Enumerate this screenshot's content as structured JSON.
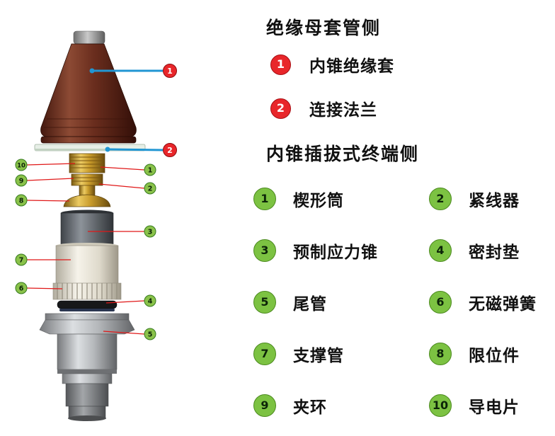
{
  "diagram": {
    "red_callouts": [
      "1",
      "2"
    ],
    "left_callouts": [
      "10",
      "9",
      "8",
      "7",
      "6"
    ],
    "right_callouts": [
      "1",
      "2",
      "3",
      "4",
      "5"
    ]
  },
  "legend": {
    "bushing_side": {
      "title": "绝缘母套管侧",
      "items": [
        {
          "num": "1",
          "label": "内锥绝缘套"
        },
        {
          "num": "2",
          "label": "连接法兰"
        }
      ]
    },
    "terminal_side": {
      "title": "内锥插拔式终端侧",
      "items": [
        {
          "num": "1",
          "label": "楔形筒"
        },
        {
          "num": "2",
          "label": "紧线器"
        },
        {
          "num": "3",
          "label": "预制应力锥"
        },
        {
          "num": "4",
          "label": "密封垫"
        },
        {
          "num": "5",
          "label": "尾管"
        },
        {
          "num": "6",
          "label": "无磁弹簧"
        },
        {
          "num": "7",
          "label": "支撑管"
        },
        {
          "num": "8",
          "label": "限位件"
        },
        {
          "num": "9",
          "label": "夹环"
        },
        {
          "num": "10",
          "label": "导电片"
        }
      ]
    }
  },
  "colors": {
    "red_badge": "#e8262a",
    "green_badge": "#7cc242",
    "leader_line_red": "#e01818",
    "leader_line_blue": "#2196d3",
    "cone_brown": "#6b2e1e",
    "brass_gold": "#c79a2a",
    "background": "#ffffff"
  }
}
